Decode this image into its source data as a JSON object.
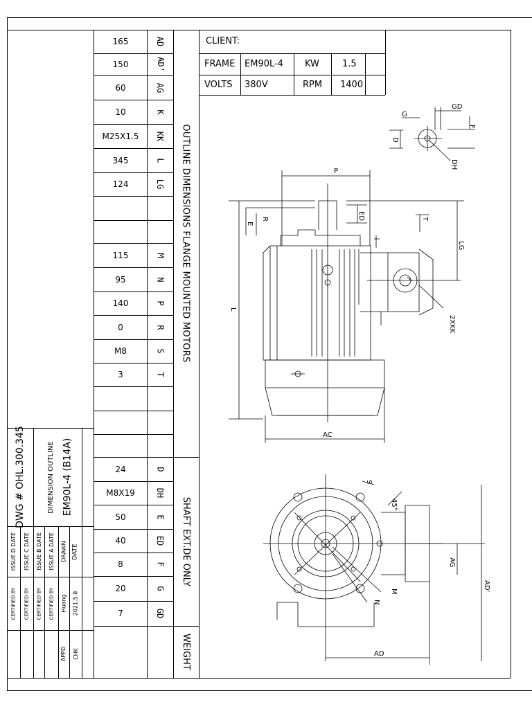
{
  "dimensions": [
    {
      "value": "165",
      "key": "AD"
    },
    {
      "value": "150",
      "key": "AD'"
    },
    {
      "value": "60",
      "key": "AG"
    },
    {
      "value": "10",
      "key": "K"
    },
    {
      "value": "M25X1.5",
      "key": "KK"
    },
    {
      "value": "345",
      "key": "L"
    },
    {
      "value": "124",
      "key": "LG"
    },
    {
      "value": "",
      "key": ""
    },
    {
      "value": "",
      "key": ""
    },
    {
      "value": "115",
      "key": "M"
    },
    {
      "value": "95",
      "key": "N"
    },
    {
      "value": "140",
      "key": "P"
    },
    {
      "value": "0",
      "key": "R"
    },
    {
      "value": "M8",
      "key": "S"
    },
    {
      "value": "3",
      "key": "T"
    },
    {
      "value": "",
      "key": ""
    },
    {
      "value": "",
      "key": ""
    },
    {
      "value": "",
      "key": ""
    }
  ],
  "shaft": [
    {
      "value": "24",
      "key": "D"
    },
    {
      "value": "M8X19",
      "key": "DH"
    },
    {
      "value": "50",
      "key": "E"
    },
    {
      "value": "40",
      "key": "ED"
    },
    {
      "value": "8",
      "key": "F"
    },
    {
      "value": "20",
      "key": "G"
    },
    {
      "value": "7",
      "key": "GD"
    }
  ],
  "section_labels": {
    "outline": "OUTLINE DIMENSIONS FLANGE MOUNTED MOTORS",
    "shaft": "SHAFT EXT.DE ONLY",
    "weight": "WEIGHT"
  },
  "client": {
    "label": "CLIENT:",
    "frame_label": "FRAME",
    "frame": "EM90L-4",
    "kw_label": "KW",
    "kw": "1.5",
    "volts_label": "VOLTS",
    "volts": "380V",
    "rpm_label": "RPM",
    "rpm": "1400"
  },
  "title_block": {
    "model": "EM90L-4 (B14A)",
    "subtitle": "DIMENSION OUTLINE",
    "dwg": "DWG #  OHL.300.345",
    "date_label": "DATE",
    "date": "2021.5.8",
    "chk": "CHK",
    "drawn_label": "DRAWN",
    "drawn_by": "Huang",
    "appd": "APPD",
    "issue_a": "ISSUE  A  DATE",
    "issue_b": "ISSUE  B  DATE",
    "issue_c": "ISSUE  C  DATE",
    "issue_d": "ISSUE  D  DATE",
    "certified": "CERTIFIED BY"
  },
  "drawing_labels": {
    "g": "G",
    "gd": "GD",
    "f": "F",
    "d": "D",
    "dh": "DH",
    "p": "P",
    "e": "E",
    "r": "R",
    "ed": "ED",
    "t": "T",
    "lg": "LG",
    "l": "L",
    "kk": "2XKK",
    "ac": "AC",
    "s": "S",
    "deg": "45°",
    "m": "M",
    "n": "N",
    "ag": "AG",
    "adp": "AD'",
    "ad": "AD"
  }
}
